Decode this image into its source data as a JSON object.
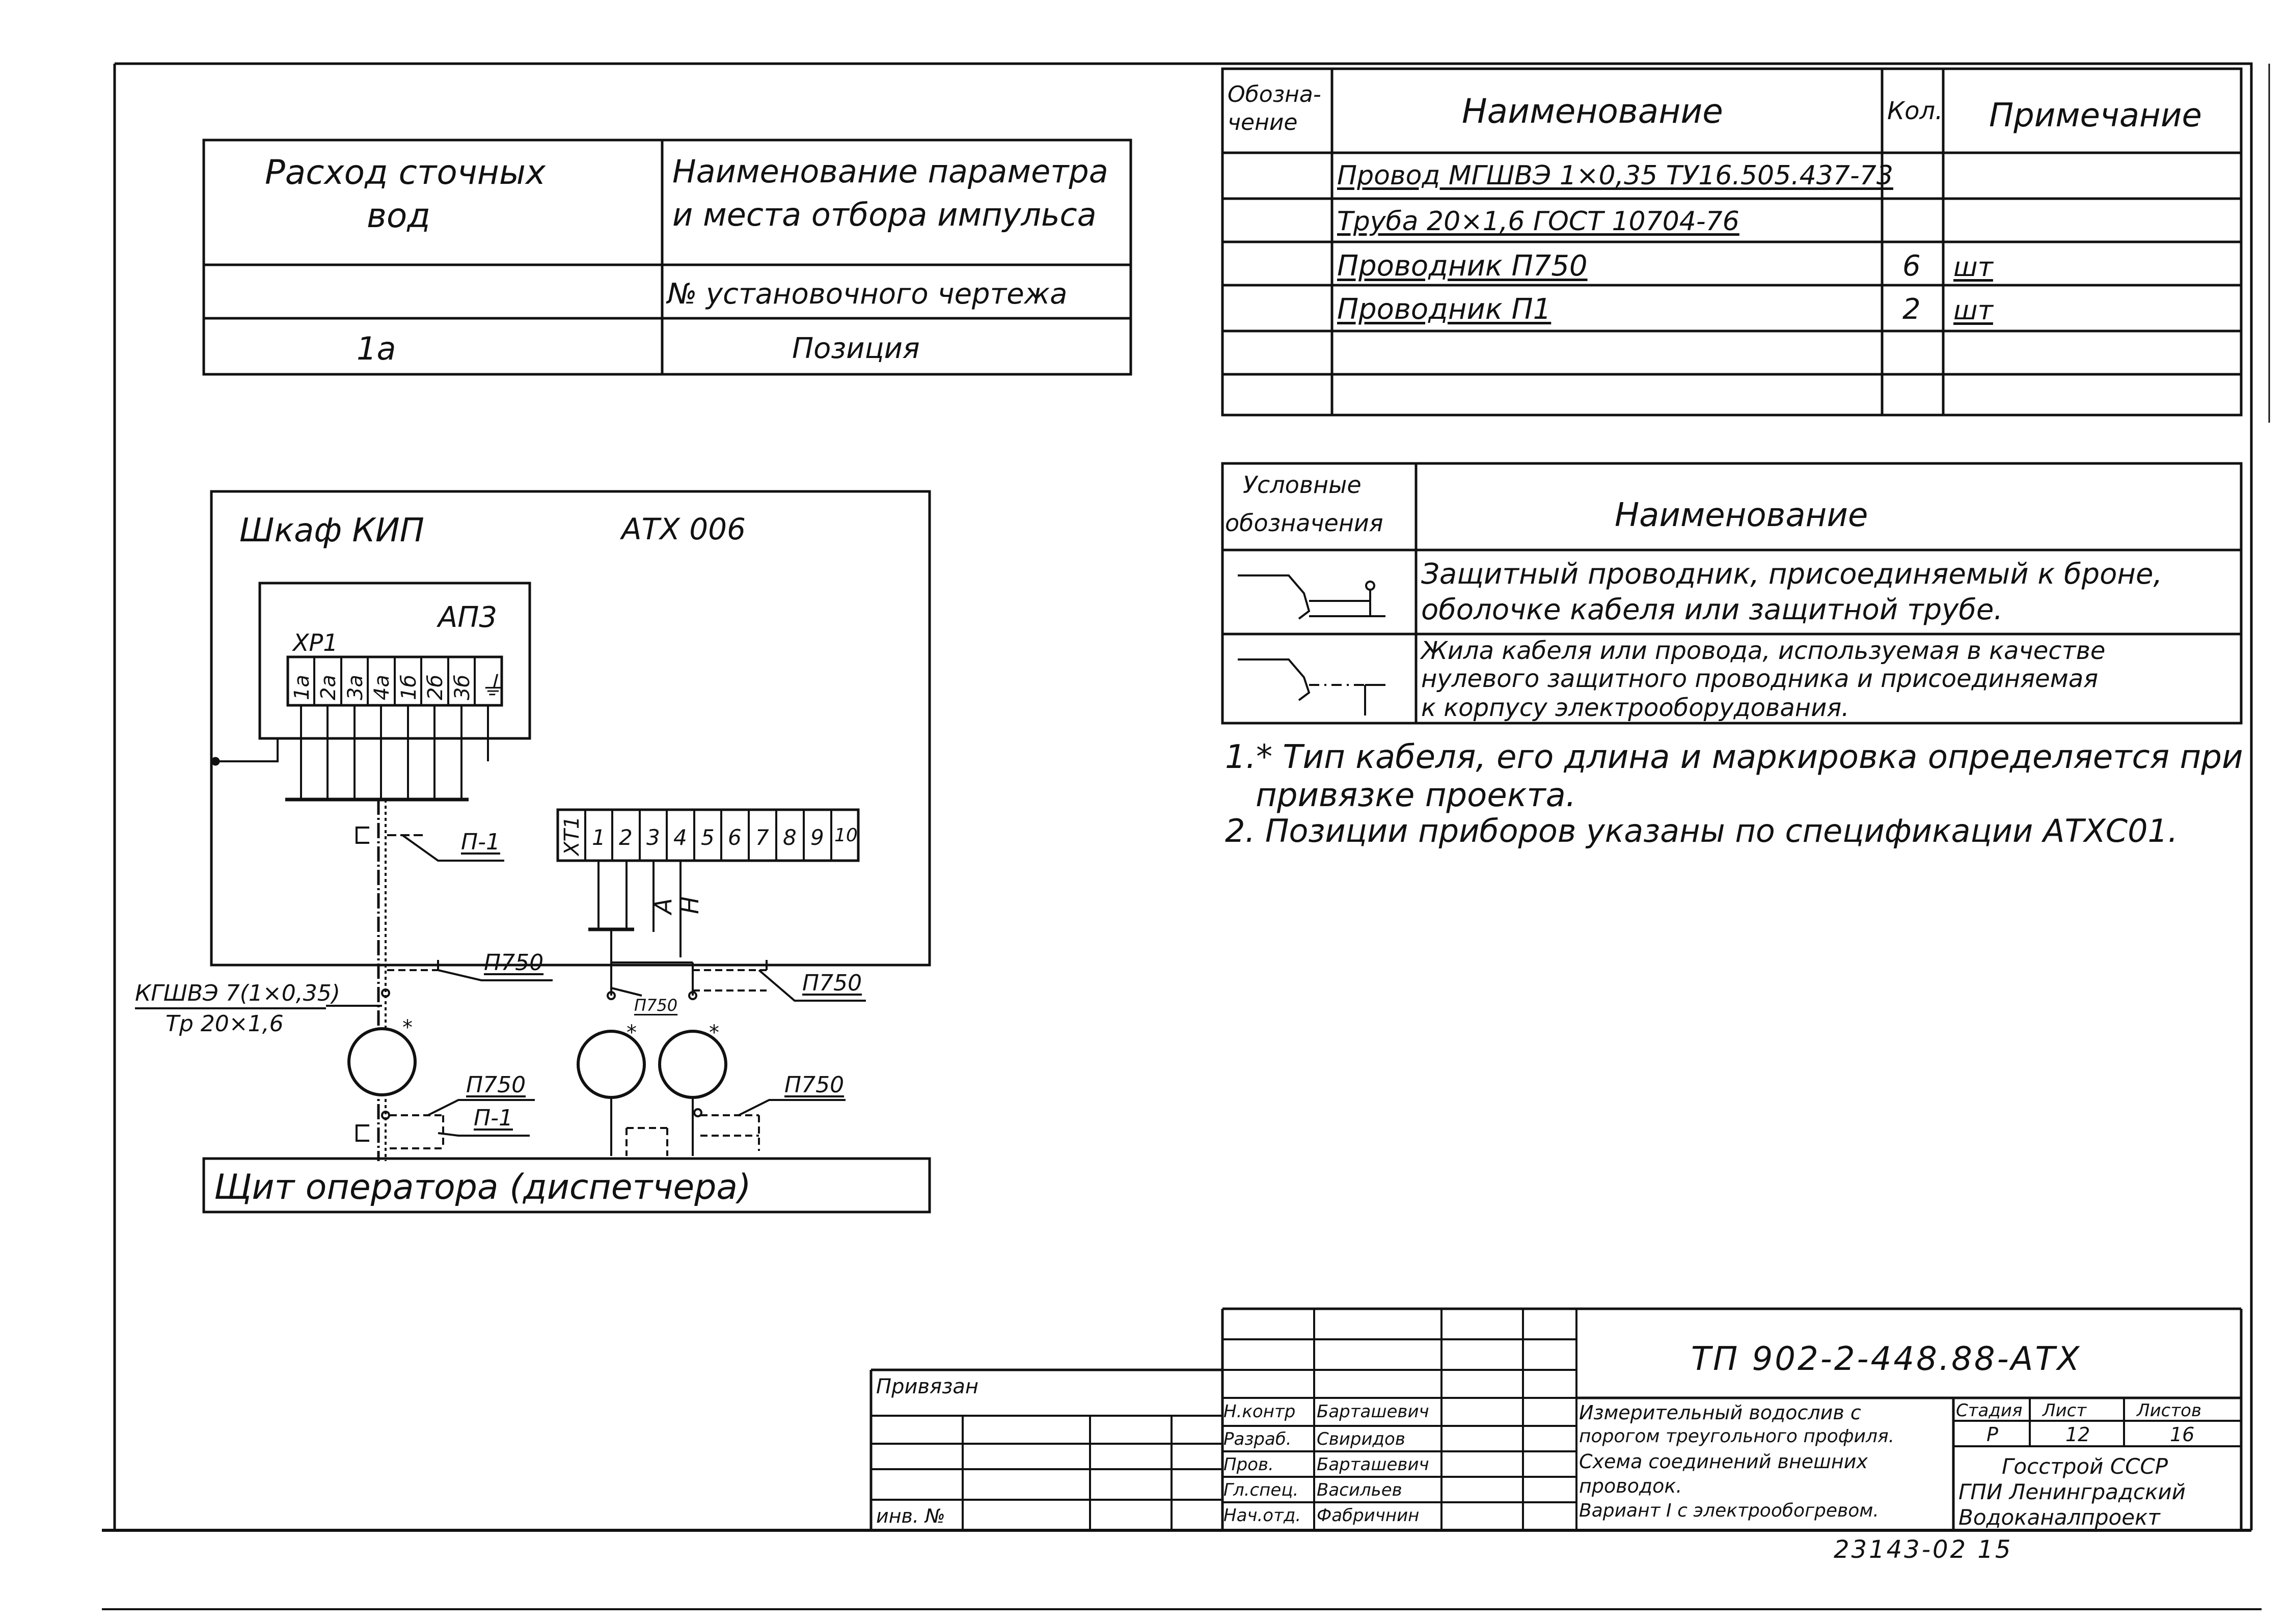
{
  "param_table": {
    "left_header": "Расход сточных вод",
    "left_header_l1": "Расход сточных",
    "left_header_l2": "вод",
    "right_header_l1": "Наименование параметра",
    "right_header_l2": "и места отбора импульса",
    "row2_right": "№ установочного чертежа",
    "row3_left": "1а",
    "row3_right": "Позиция"
  },
  "spec_table": {
    "headers": [
      "Обозна-\nчение",
      "Наименование",
      "Кол.",
      "Примечание"
    ],
    "h_designation_l1": "Обозна-",
    "h_designation_l2": "чение",
    "h_name": "Наименование",
    "h_qty": "Кол.",
    "h_note": "Примечание",
    "rows": [
      {
        "designation": "",
        "name": "Провод МГШВЭ 1×0,35 ТУ16.505.437-73",
        "qty": "",
        "note": ""
      },
      {
        "designation": "",
        "name": "Труба 20×1,6 ГОСТ 10704-76",
        "qty": "",
        "note": ""
      },
      {
        "designation": "",
        "name": "Проводник П750",
        "qty": "6",
        "note": "шт"
      },
      {
        "designation": "",
        "name": "Проводник П1",
        "qty": "2",
        "note": "шт"
      }
    ]
  },
  "legend_table": {
    "h_symbol_l1": "Условные",
    "h_symbol_l2": "обозначения",
    "h_name": "Наименование",
    "row1_l1": "Защитный проводник, присоединяемый к броне,",
    "row1_l2": "оболочке кабеля или защитной трубе.",
    "row2_l1": "Жила кабеля или провода, используемая в качестве",
    "row2_l2": "нулевого защитного проводника и присоединяемая",
    "row2_l3": "к корпусу электрооборудования."
  },
  "notes": {
    "n1_l1": "1.* Тип кабеля, его длина и маркировка определяется при",
    "n1_l2": "привязке проекта.",
    "n2": "2. Позиции приборов указаны по спецификации АТХС01."
  },
  "schematic": {
    "cabinet_label": "Шкаф КИП",
    "cabinet_code": "АТХ 006",
    "block_label": "АП3",
    "terminal_label": "ХР1",
    "terminals": [
      "1а",
      "2а",
      "3а",
      "4а",
      "1б",
      "2б",
      "3б",
      "⏚"
    ],
    "xt_label": "ХТ1",
    "xt_terminals": [
      "1",
      "2",
      "3",
      "4",
      "5",
      "6",
      "7",
      "8",
      "9",
      "10"
    ],
    "label_A": "А",
    "label_N": "Н",
    "p1_label": "П-1",
    "p750_label": "П750",
    "cable_l1": "КГШВЭ 7(1×0,35)",
    "cable_l2": "Тр 20×1,6",
    "star": "*",
    "panel_label": "Щит оператора (диспетчера)"
  },
  "title_block": {
    "doc_code": "ТП 902-2-448.88-АТХ",
    "tied": "Привязан",
    "inv": "инв. №",
    "roles": [
      "Н.контр",
      "Разраб.",
      "Пров.",
      "Гл.спец.",
      "Нач.отд."
    ],
    "names": [
      "Барташевич",
      "Свиридов",
      "Барташевич",
      "Васильев",
      "Фабричнин"
    ],
    "title_l1": "Измерительный водослив с",
    "title_l2": "порогом треугольного профиля.",
    "title_l3": "Схема соединений внешних",
    "title_l4": "проводок.",
    "title_l5": "Вариант I с электрообогревом.",
    "h_stage": "Стадия",
    "h_sheet": "Лист",
    "h_sheets": "Листов",
    "stage": "Р",
    "sheet": "12",
    "sheets": "16",
    "org_l1": "Госстрой СССР",
    "org_l2": "ГПИ Ленинградский",
    "org_l3": "Водоканалпроект",
    "archive": "23143-02 15"
  }
}
